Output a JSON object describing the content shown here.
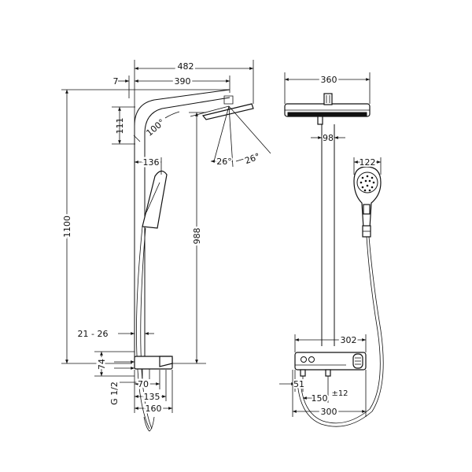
{
  "side_view": {
    "width_total": "482",
    "arm_offset": "7",
    "arm_reach": "390",
    "arm_height": "111",
    "tilt_angle": "100°",
    "spray_angle_left": "26°",
    "spray_angle_right": "26°",
    "handshower_offset": "136",
    "total_height": "1100",
    "rail_height": "988",
    "wall_distance": "21 - 26",
    "thermostat_height": "74",
    "thread": "G 1/2",
    "depth_70": "70",
    "depth_135": "135",
    "depth_160": "160"
  },
  "front_view": {
    "head_width": "360",
    "pipe_width": "98",
    "handshower_width": "122",
    "thermostat_width": "302",
    "connection_offset": "51",
    "connection_spacing": "150",
    "tolerance": "±12",
    "mount_width": "300"
  }
}
